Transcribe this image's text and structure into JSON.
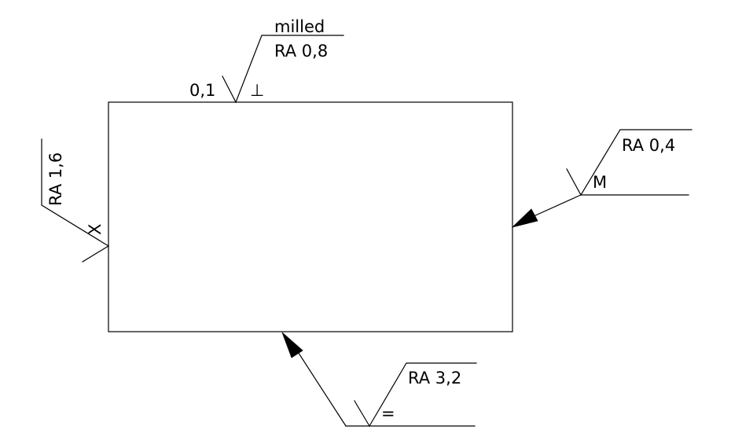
{
  "drawing": {
    "top_symbol": {
      "process": "milled",
      "roughness": "RA 0,8",
      "allowance": "0,1",
      "lay": "⊥"
    },
    "left_symbol": {
      "roughness": "RA 1,6",
      "lay": "X"
    },
    "right_symbol": {
      "roughness": "RA 0,4",
      "lay": "M"
    },
    "bottom_symbol": {
      "roughness": "RA 3,2",
      "lay": "="
    }
  }
}
